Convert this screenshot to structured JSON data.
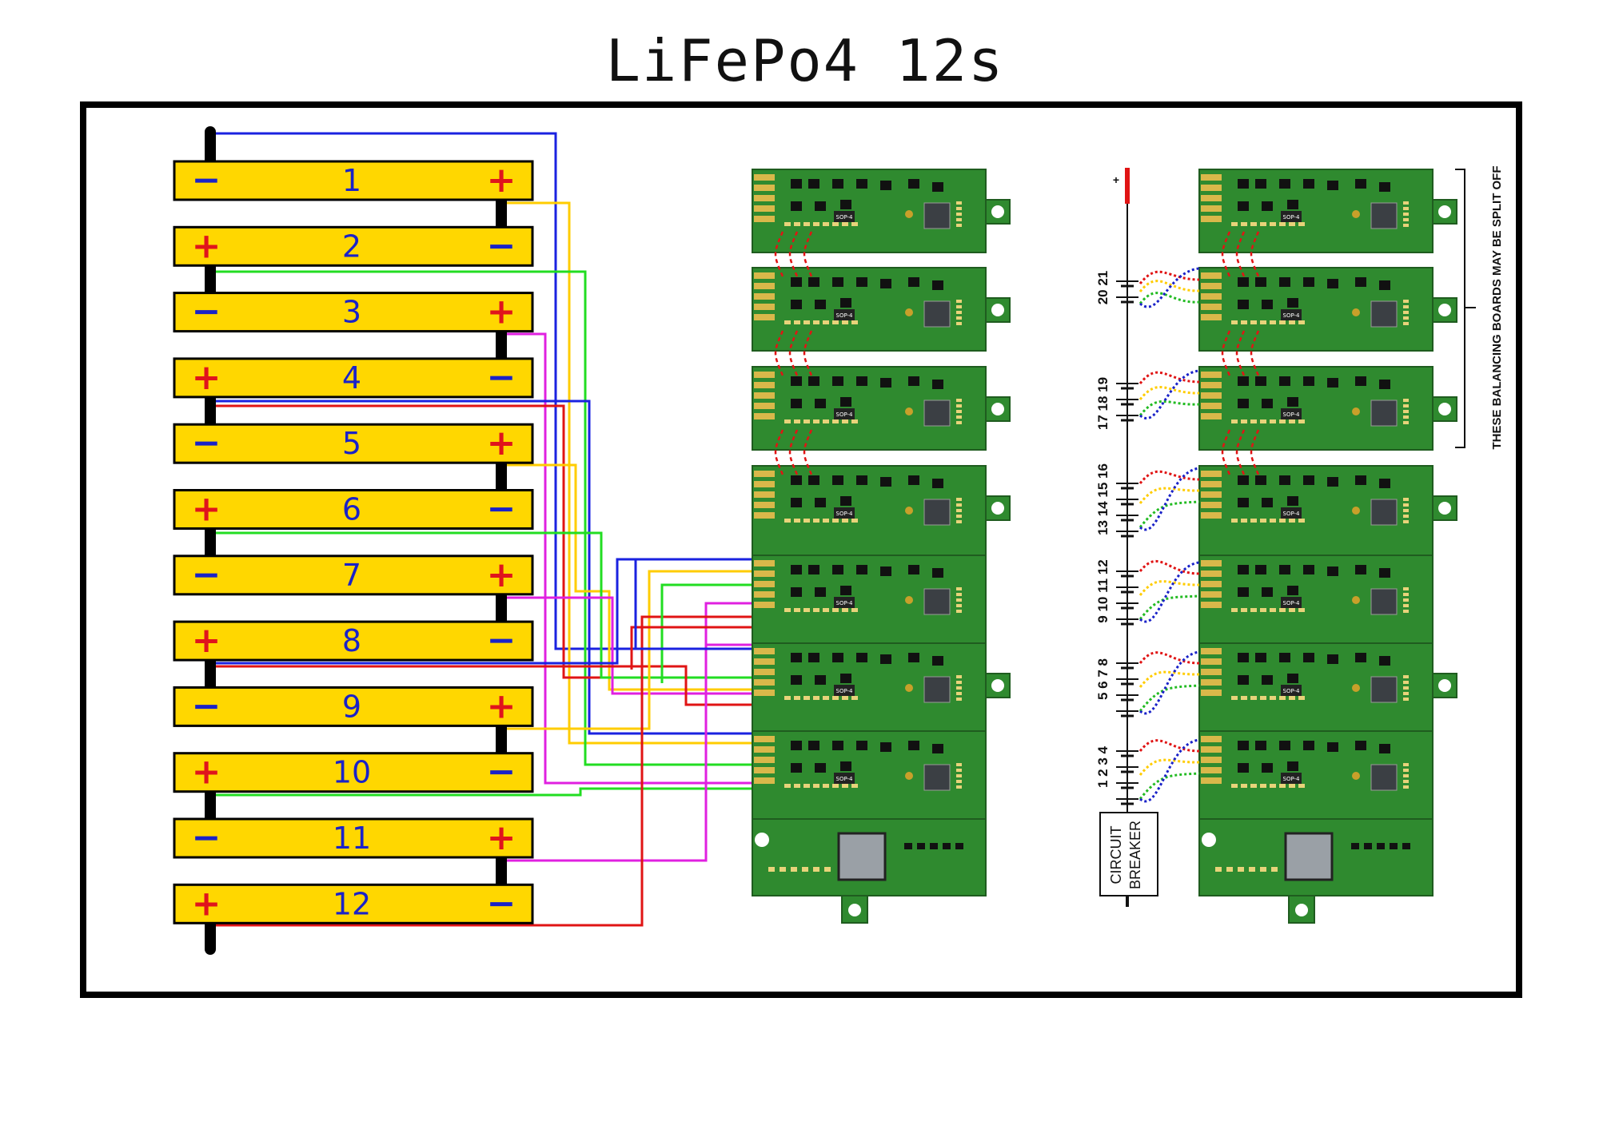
{
  "title": "LiFePo4 12s",
  "battery_cells": [
    {
      "number": "1",
      "left_sign": "−",
      "right_sign": "+"
    },
    {
      "number": "2",
      "left_sign": "+",
      "right_sign": "−"
    },
    {
      "number": "3",
      "left_sign": "−",
      "right_sign": "+"
    },
    {
      "number": "4",
      "left_sign": "+",
      "right_sign": "−"
    },
    {
      "number": "5",
      "left_sign": "−",
      "right_sign": "+"
    },
    {
      "number": "6",
      "left_sign": "+",
      "right_sign": "−"
    },
    {
      "number": "7",
      "left_sign": "−",
      "right_sign": "+"
    },
    {
      "number": "8",
      "left_sign": "+",
      "right_sign": "−"
    },
    {
      "number": "9",
      "left_sign": "−",
      "right_sign": "+"
    },
    {
      "number": "10",
      "left_sign": "+",
      "right_sign": "−"
    },
    {
      "number": "11",
      "left_sign": "−",
      "right_sign": "+"
    },
    {
      "number": "12",
      "left_sign": "+",
      "right_sign": "−"
    }
  ],
  "tap_groups": [
    "1 2 3 4",
    "5 6 7 8",
    "9 10 11 12",
    "13 14 15 16",
    "17 18 19",
    "20 21"
  ],
  "top_positive_label": "+",
  "circuit_breaker_label": [
    "CIRCUIT",
    "BREAKER"
  ],
  "side_note": "THESE BALANCING BOARDS MAY BE SPLIT OFF",
  "chip_label": "SOP-4",
  "colors": {
    "cell_fill": "#ffd700",
    "board_green": "#2f8a2f",
    "wire_blue": "#1a22e0",
    "wire_yellow": "#ffcc00",
    "wire_green": "#22dd22",
    "wire_magenta": "#e020e0",
    "wire_red": "#e01414"
  }
}
